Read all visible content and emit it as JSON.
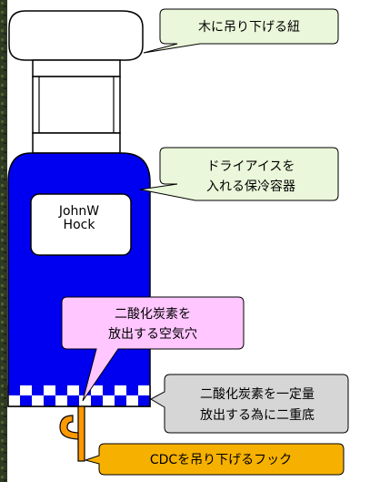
{
  "brand_label": {
    "line1": "JohnW",
    "line2": "Hock"
  },
  "callouts": {
    "string": {
      "text": "木に吊り下げる紐"
    },
    "cooler": {
      "line1": "ドライアイスを",
      "line2": "入れる保冷容器"
    },
    "air_hole": {
      "line1": "二酸化炭素を",
      "line2": "放出する空気穴"
    },
    "double_bottom": {
      "line1": "二酸化炭素を一定量",
      "line2": "放出する為に二重底"
    },
    "hook": {
      "text": "CDCを吊り下げるフック"
    }
  },
  "colors": {
    "container_blue": "#0000f0",
    "callout_green": "#eaf7da",
    "callout_pink": "#ffc6ff",
    "callout_gray": "#d6d6d6",
    "callout_orange": "#f6b100",
    "hook_orange": "#ff9900",
    "foliage_dark": "#2e3a22"
  }
}
